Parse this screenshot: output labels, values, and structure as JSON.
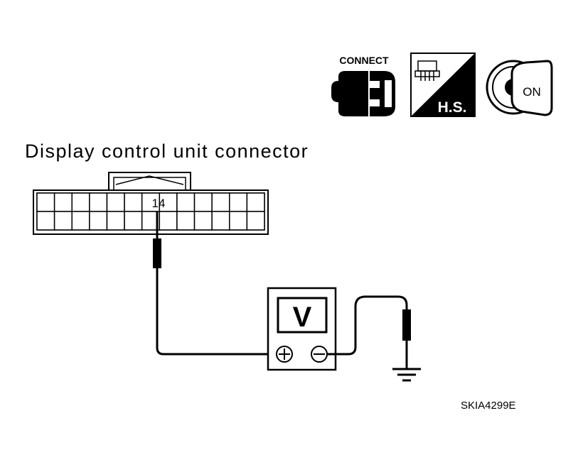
{
  "icons": {
    "connect_label": "CONNECT",
    "hs_label": "H.S.",
    "ignition_label": "ON"
  },
  "title": "Display control unit connector",
  "connector": {
    "pin_label": "14",
    "columns": 13,
    "rows": 2
  },
  "meter": {
    "label": "V"
  },
  "reference_code": "SKIA4299E"
}
